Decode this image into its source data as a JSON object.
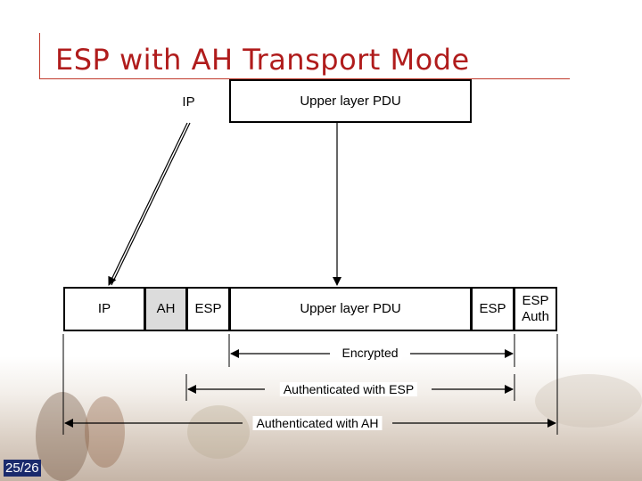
{
  "slide": {
    "title": "ESP with AH Transport Mode",
    "page_number": "25/26"
  },
  "original_packet": {
    "ip_label": "IP",
    "pdu_label": "Upper layer PDU"
  },
  "new_packet": {
    "ip_label": "IP",
    "ah_label": "AH",
    "esp_label": "ESP",
    "pdu_label": "Upper layer PDU",
    "esp_trailer_label": "ESP",
    "esp_auth_label": "ESP Auth"
  },
  "spans": {
    "encrypted": "Encrypted",
    "auth_esp": "Authenticated with ESP",
    "auth_ah": "Authenticated with AH"
  },
  "colors": {
    "title": "#b01c1c",
    "rule": "#c0392b",
    "grey_field": "#dcdcdc",
    "page_badge": "#1a2a6c"
  }
}
